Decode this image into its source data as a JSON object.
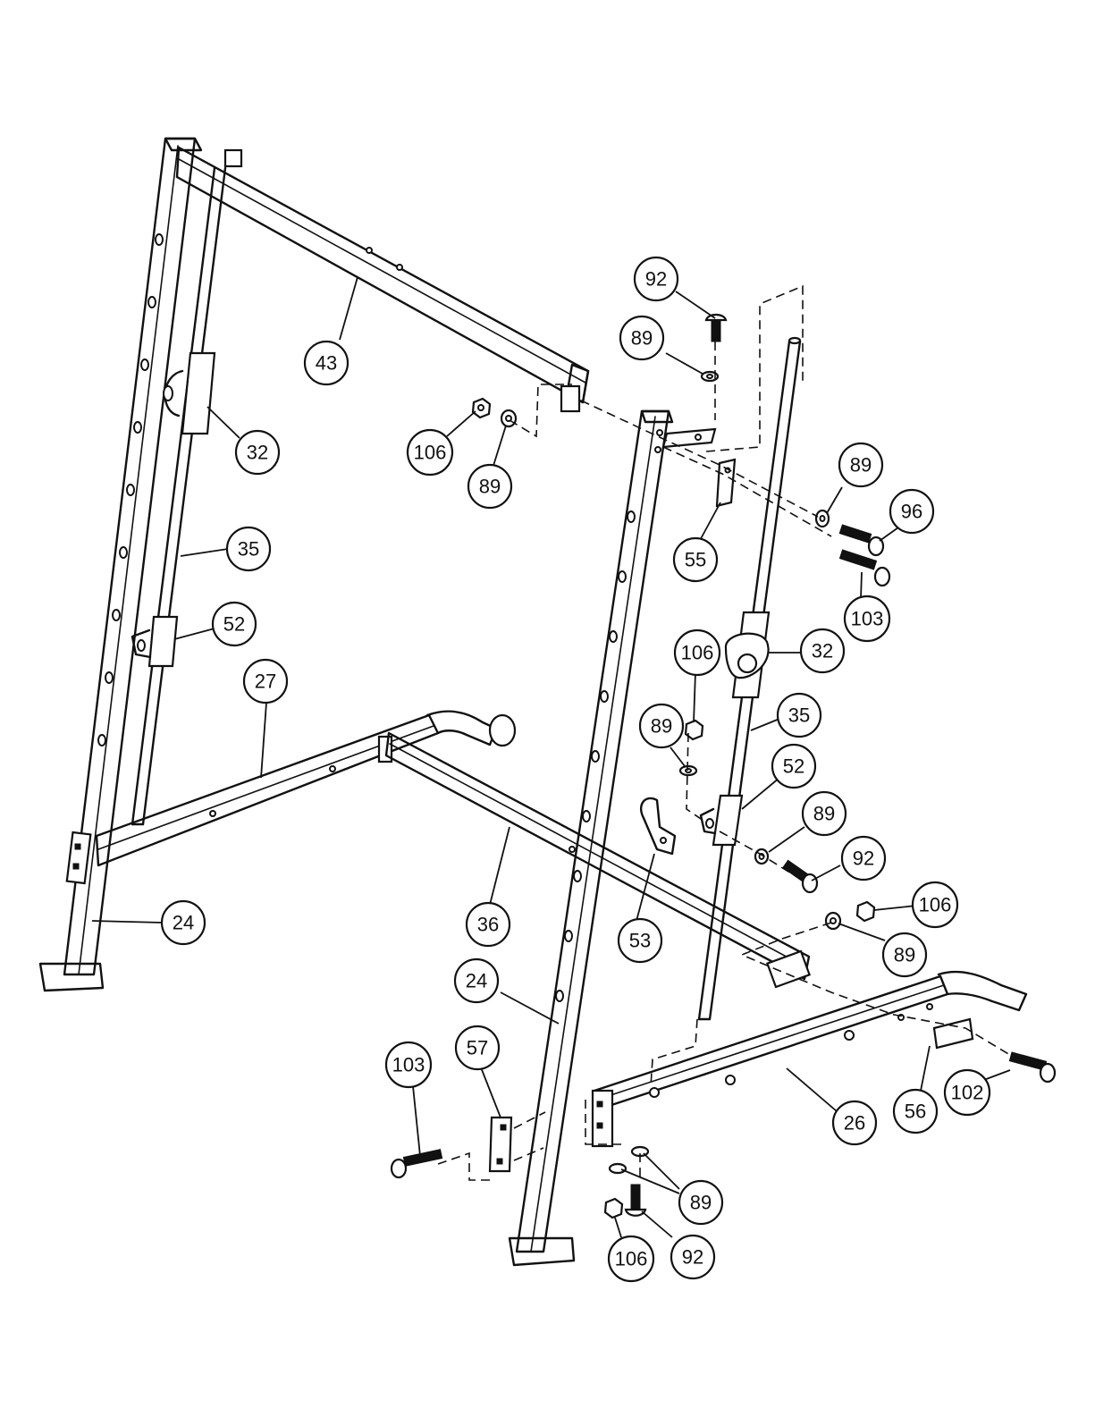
{
  "callouts": [
    {
      "label": "43"
    },
    {
      "label": "32"
    },
    {
      "label": "35"
    },
    {
      "label": "52"
    },
    {
      "label": "27"
    },
    {
      "label": "24"
    },
    {
      "label": "36"
    },
    {
      "label": "24"
    },
    {
      "label": "92"
    },
    {
      "label": "89"
    },
    {
      "label": "106"
    },
    {
      "label": "89"
    },
    {
      "label": "55"
    },
    {
      "label": "89"
    },
    {
      "label": "96"
    },
    {
      "label": "103"
    },
    {
      "label": "32"
    },
    {
      "label": "106"
    },
    {
      "label": "35"
    },
    {
      "label": "89"
    },
    {
      "label": "52"
    },
    {
      "label": "89"
    },
    {
      "label": "92"
    },
    {
      "label": "53"
    },
    {
      "label": "106"
    },
    {
      "label": "89"
    },
    {
      "label": "57"
    },
    {
      "label": "103"
    },
    {
      "label": "26"
    },
    {
      "label": "56"
    },
    {
      "label": "102"
    },
    {
      "label": "89"
    },
    {
      "label": "106"
    },
    {
      "label": "92"
    }
  ]
}
